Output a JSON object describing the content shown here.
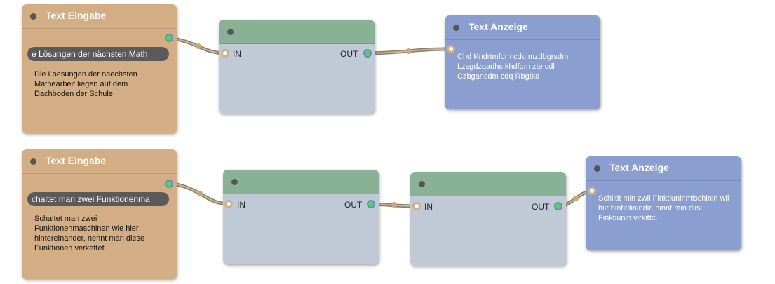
{
  "colors": {
    "input_node": "#d3ae85",
    "process_node_header": "#89b196",
    "process_node_body": "#bfcad6",
    "display_node": "#8a9fd0",
    "wire": "#8a7d6a",
    "out_port": "#4fd65a"
  },
  "row1": {
    "input": {
      "title": "Text Eingabe",
      "field_value": "e Lösungen der nächsten Math",
      "text": "Die Loesungen der naechsten Mathearbeit liegen auf dem Dachboden der Schule"
    },
    "process": {
      "in_label": "IN",
      "out_label": "OUT"
    },
    "display": {
      "title": "Text Anzeige",
      "text": "Chd Kndrtmfdm cdq mzdbgrsdm Lzsgdzqadhs khdfdm zte cdl Czbgancdm cdq Rbgtkd"
    }
  },
  "row2": {
    "input": {
      "title": "Text Eingabe",
      "field_value": "chaltet man zwei Funktionenma",
      "text": "Schaltet man zwei Funktionenmaschinen wie hier hintereinander, nennt man diese Funktionen verkettet."
    },
    "process1": {
      "in_label": "IN",
      "out_label": "OUT"
    },
    "process2": {
      "in_label": "IN",
      "out_label": "OUT"
    },
    "display": {
      "title": "Text Anzeige",
      "text": "Schiltit min zwii Finktiuninmischinin wii hiir hintirilinindir, ninnt min diisi Finktiunin virkittit."
    }
  }
}
